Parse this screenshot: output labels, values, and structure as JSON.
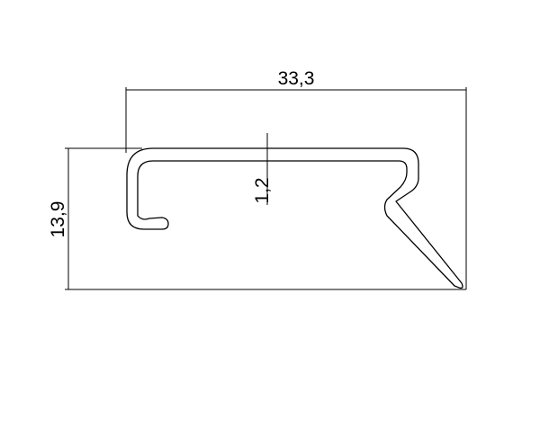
{
  "dimensions": {
    "width_label": "33,3",
    "height_label": "13,9",
    "thickness_label": "1,2"
  }
}
